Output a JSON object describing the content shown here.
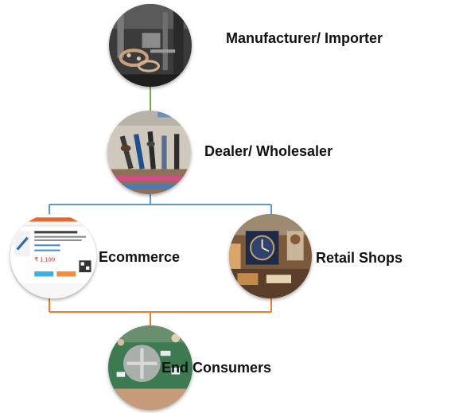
{
  "diagram": {
    "nodes": [
      {
        "id": "manufacturer",
        "label": "Manufacturer/ Importer"
      },
      {
        "id": "dealer",
        "label": "Dealer/ Wholesaler"
      },
      {
        "id": "ecommerce",
        "label": "Ecommerce"
      },
      {
        "id": "retail",
        "label": "Retail Shops"
      },
      {
        "id": "consumers",
        "label": "End Consumers"
      }
    ],
    "edges": [
      {
        "from": "manufacturer",
        "to": "dealer"
      },
      {
        "from": "dealer",
        "to": "ecommerce"
      },
      {
        "from": "dealer",
        "to": "retail"
      },
      {
        "from": "ecommerce",
        "to": "consumers"
      },
      {
        "from": "retail",
        "to": "consumers"
      }
    ],
    "colors": {
      "manufacturer_to_dealer": "#70ad47",
      "dealer_to_channels": "#5b9bd5",
      "channels_to_consumers": "#ed7d31"
    }
  },
  "ecommerce_screenshot": {
    "price": "₹ 1,199"
  }
}
